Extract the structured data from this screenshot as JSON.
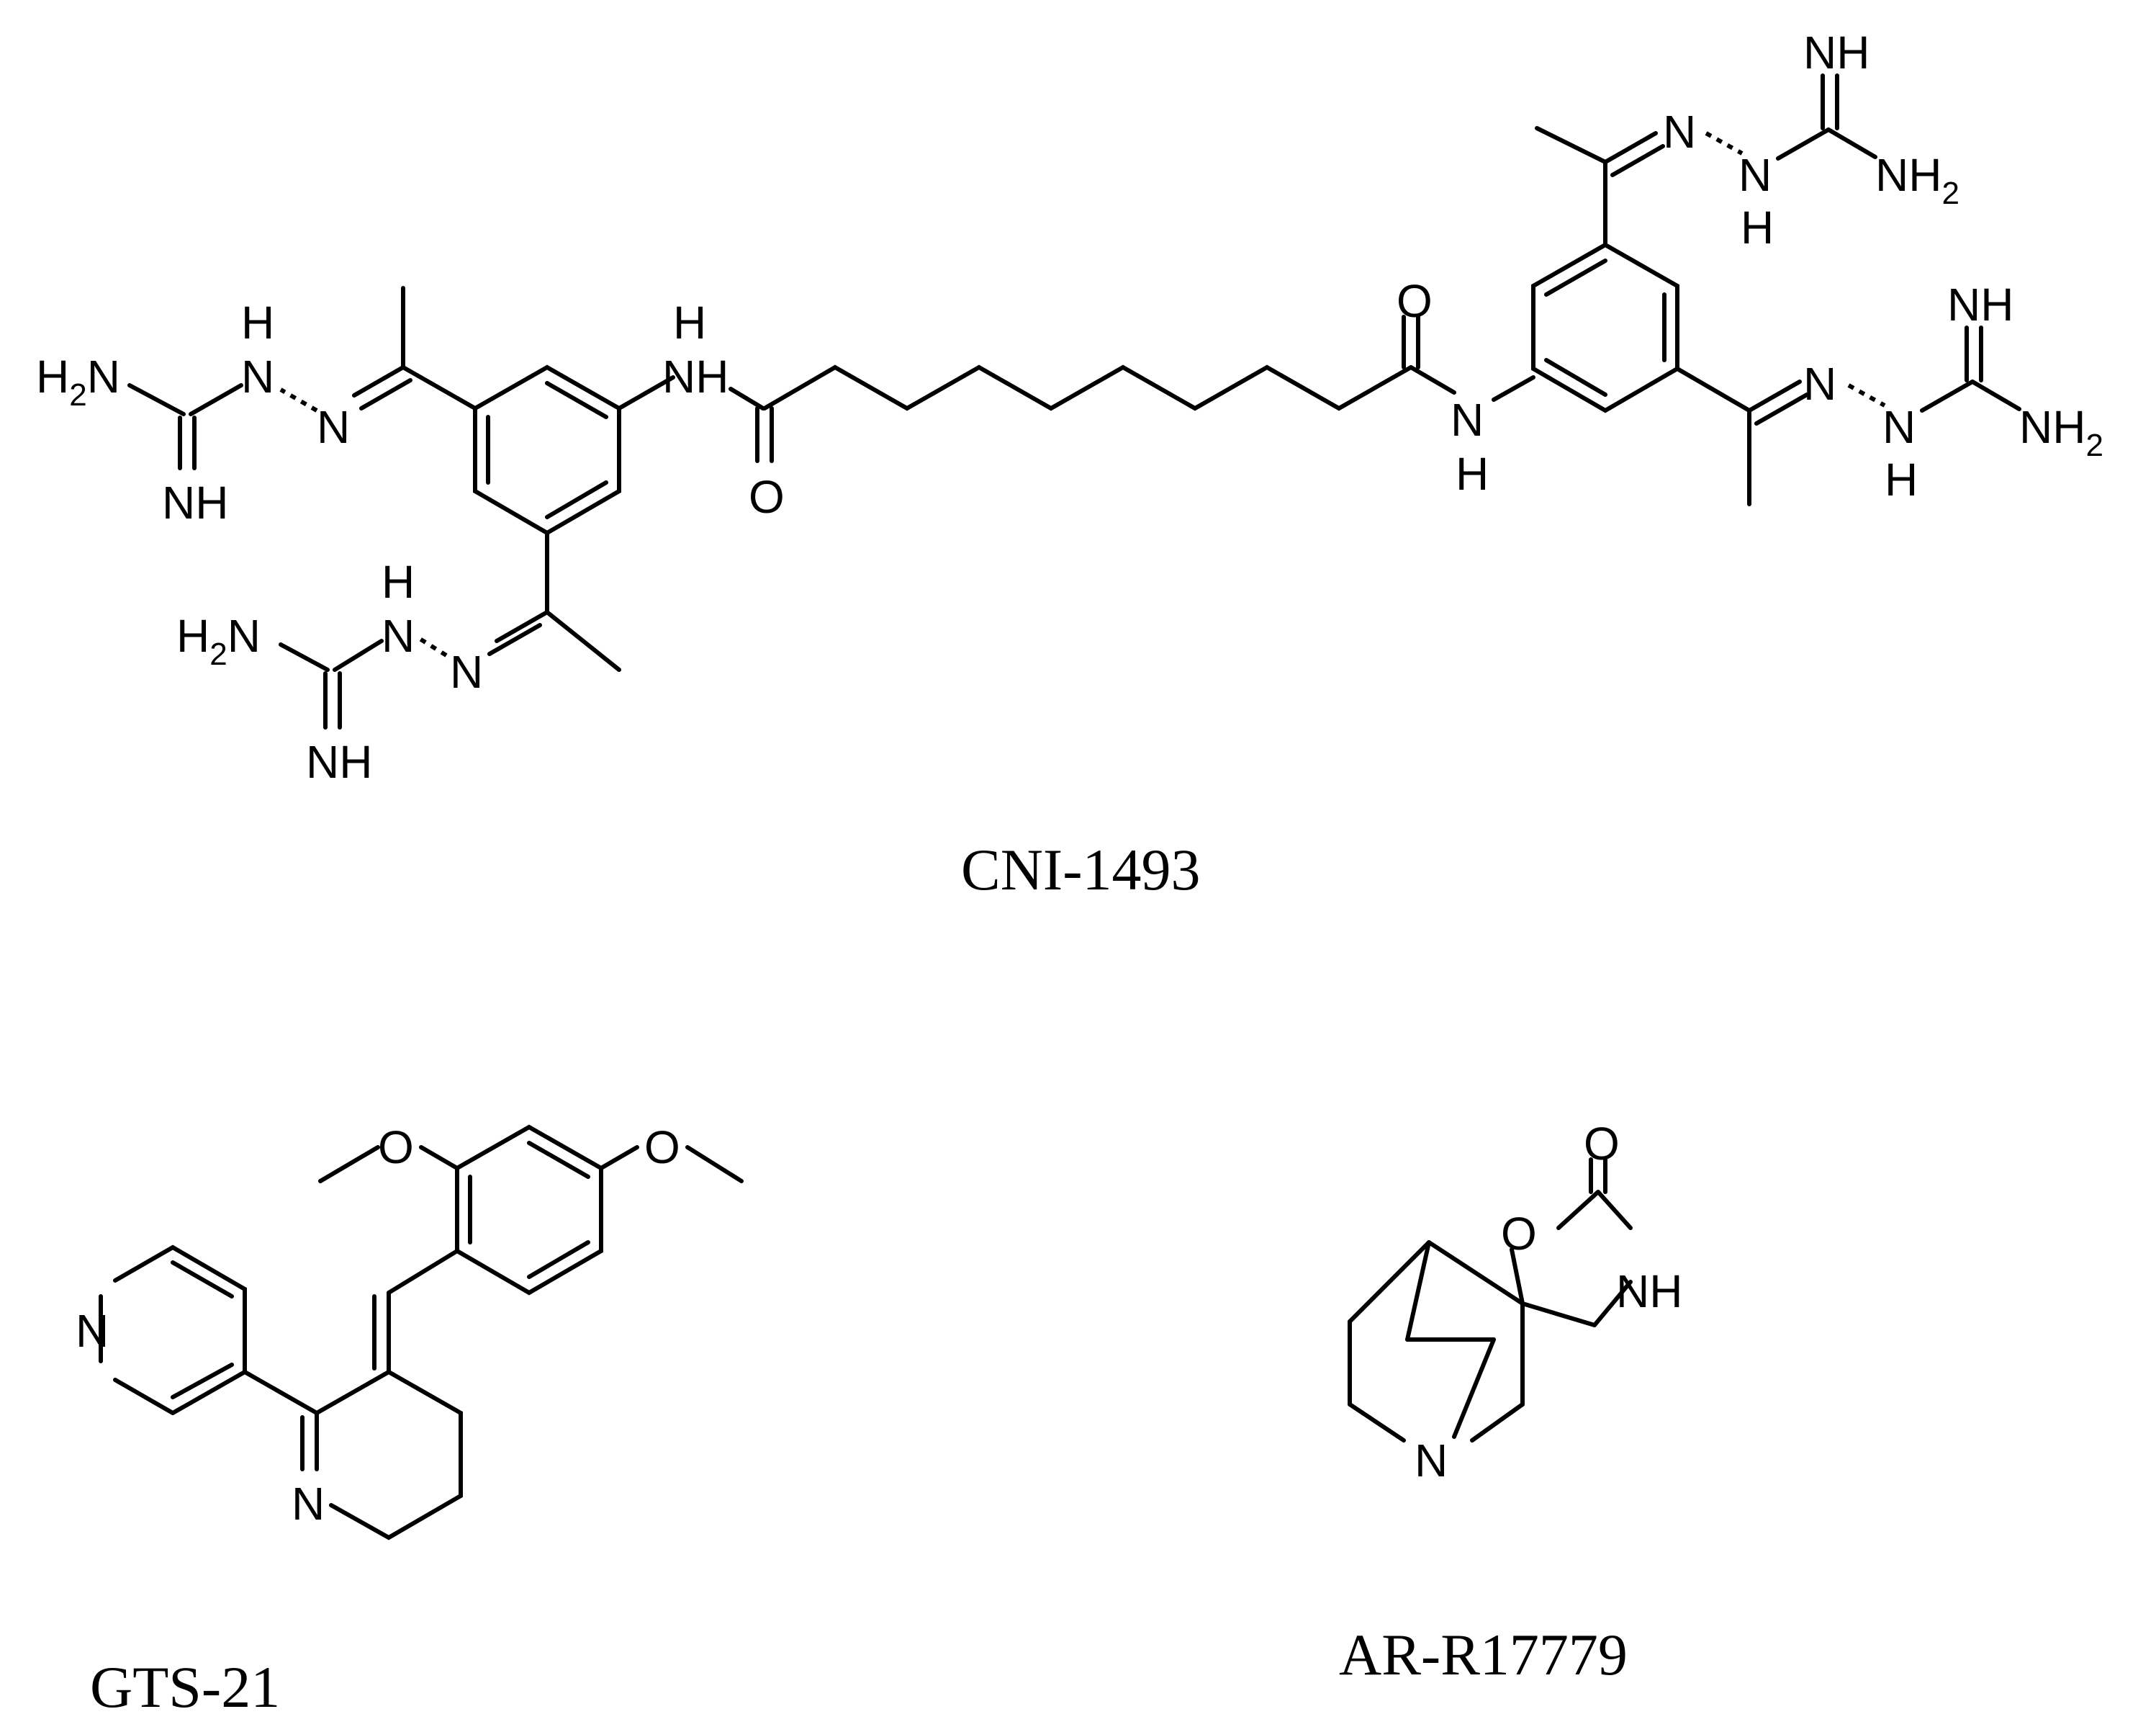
{
  "compounds": [
    {
      "name": "CNI-1493"
    },
    {
      "name": "GTS-21"
    },
    {
      "name": "AR-R17779"
    }
  ],
  "atoms": {
    "H": "H",
    "N": "N",
    "NH": "NH",
    "O": "O",
    "H2N_H2": "H",
    "H2N_sub": "2",
    "H2N_N": "N",
    "NH2_NH": "NH",
    "NH2_sub": "2"
  }
}
